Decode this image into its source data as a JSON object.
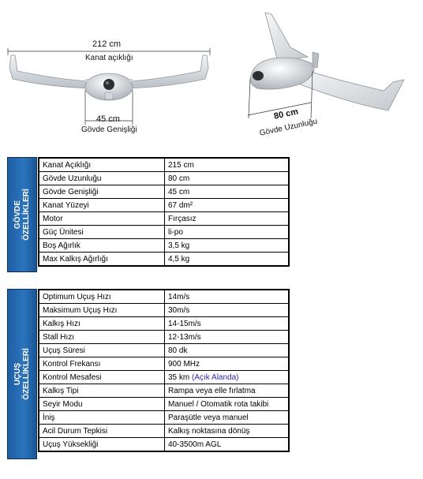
{
  "figure": {
    "left_view": {
      "wingspan_value": "212 cm",
      "wingspan_label": "Kanat açıklığı",
      "body_width_value": "45 cm",
      "body_width_label": "Gövde Genişliği"
    },
    "right_view": {
      "body_length_value": "80 cm",
      "body_length_label": "Gövde Uzunluğu"
    }
  },
  "sections": [
    {
      "title_line1": "GÖVDE",
      "title_line2": "ÖZELLİKLERİ",
      "rows": [
        {
          "key": "Kanat Açıklığı",
          "value": "215 cm"
        },
        {
          "key": "Gövde Uzunluğu",
          "value": "80 cm"
        },
        {
          "key": "Gövde Genişliği",
          "value": "45 cm"
        },
        {
          "key": "Kanat Yüzeyi",
          "value": "67 dm²"
        },
        {
          "key": "Motor",
          "value": "Fırçasız"
        },
        {
          "key": "Güç Ünitesi",
          "value": "li-po"
        },
        {
          "key": "Boş Ağırlık",
          "value": "3,5 kg"
        },
        {
          "key": "Max Kalkış Ağırlığı",
          "value": "4,5 kg"
        }
      ]
    },
    {
      "title_line1": "UÇUŞ",
      "title_line2": "ÖZELLİKLERİ",
      "rows": [
        {
          "key": "Optimum Uçuş Hızı",
          "value": "14m/s"
        },
        {
          "key": "Maksimum Uçuş Hızı",
          "value": "30m/s"
        },
        {
          "key": "Kalkış Hızı",
          "value": "14-15m/s"
        },
        {
          "key": "Stall Hızı",
          "value": "12-13m/s"
        },
        {
          "key": "Uçuş Süresi",
          "value": "80 dk"
        },
        {
          "key": "Kontrol Frekansı",
          "value": "900 MHz"
        },
        {
          "key": "Kontrol Mesafesi",
          "value": "35 km",
          "note": "(Açık Alanda)"
        },
        {
          "key": "Kalkış Tipi",
          "value": "Rampa veya elle fırlatma"
        },
        {
          "key": "Seyir Modu",
          "value": "Manuel / Otomatik rota takibi"
        },
        {
          "key": "İniş",
          "value": "Paraşütle veya manuel"
        },
        {
          "key": "Acil Durum Tepkisi",
          "value": "Kalkış noktasına dönüş"
        },
        {
          "key": "Uçuş Yüksekliği",
          "value": "40-3500m AGL"
        }
      ]
    }
  ]
}
